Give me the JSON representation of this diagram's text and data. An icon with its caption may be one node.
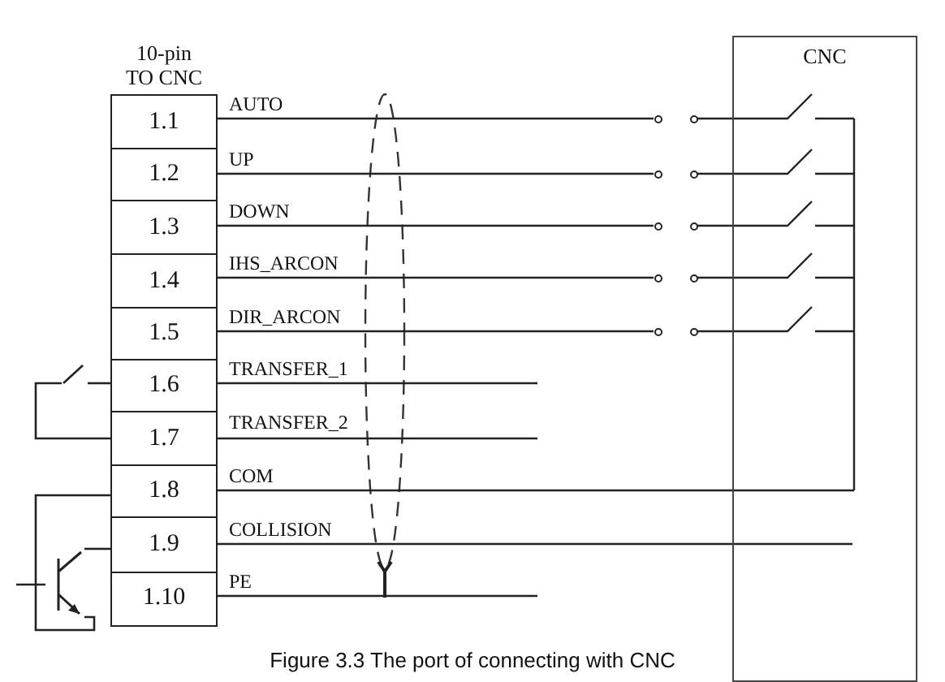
{
  "diagram": {
    "caption": "Figure 3.3 The port of connecting with CNC",
    "nodes": [
      {
        "text": [
          "1.1"
        ]
      },
      {
        "text": [
          "1.2"
        ]
      },
      {
        "text": [
          "1.3"
        ]
      },
      {
        "text": [
          "1.4"
        ]
      },
      {
        "text": [
          "1.5"
        ]
      },
      {
        "text": [
          "1.6"
        ]
      },
      {
        "text": [
          "1.7"
        ]
      },
      {
        "text": [
          "1.8"
        ]
      },
      {
        "text": [
          "1.9"
        ]
      },
      {
        "text": [
          "1.10"
        ]
      },
      {
        "text": [
          "CNC"
        ]
      },
      {
        "text": [],
        "shape": "switch"
      },
      {
        "text": [],
        "shape": "transistor"
      },
      {
        "text": [],
        "shape": "circle"
      },
      {
        "text": [],
        "shape": "circle"
      },
      {
        "text": [],
        "shape": "circle"
      },
      {
        "text": [],
        "shape": "circle"
      },
      {
        "text": [],
        "shape": "circle"
      },
      {
        "text": [],
        "shape": "circle"
      },
      {
        "text": [],
        "shape": "circle"
      },
      {
        "text": [],
        "shape": "circle"
      },
      {
        "text": [],
        "shape": "circle"
      },
      {
        "text": [],
        "shape": "circle"
      }
    ],
    "edges": [
      {
        "from": 0,
        "to": 13,
        "arrow": "none",
        "label": "AUTO"
      },
      {
        "from": 1,
        "to": 15,
        "arrow": "none",
        "label": "UP"
      },
      {
        "from": 2,
        "to": 17,
        "arrow": "none",
        "label": "DOWN"
      },
      {
        "from": 3,
        "to": 19,
        "arrow": "none",
        "label": "IHS_ARCON"
      },
      {
        "from": 4,
        "to": 21,
        "arrow": "none",
        "label": "DIR_ARCON"
      },
      {
        "from": 5,
        "to": null,
        "arrow": "none",
        "label": "TRANSFER_1"
      },
      {
        "from": 6,
        "to": null,
        "arrow": "none",
        "label": "TRANSFER_2"
      },
      {
        "from": 7,
        "to": 10,
        "arrow": "none",
        "label": "COM"
      },
      {
        "from": 8,
        "to": 10,
        "arrow": "none",
        "label": "COLLISION"
      },
      {
        "from": 9,
        "to": null,
        "arrow": "none",
        "label": "PE"
      },
      {
        "from": 5,
        "to": 11,
        "arrow": "none"
      },
      {
        "from": 11,
        "to": 6,
        "arrow": "none"
      },
      {
        "from": 8,
        "to": 12,
        "arrow": "none"
      },
      {
        "from": 12,
        "to": 7,
        "arrow": "none"
      },
      {
        "from": null,
        "to": 12,
        "arrow": "none"
      },
      {
        "from": 14,
        "to": 10,
        "arrow": "none"
      },
      {
        "from": 16,
        "to": 10,
        "arrow": "none"
      },
      {
        "from": 18,
        "to": 10,
        "arrow": "none"
      },
      {
        "from": 20,
        "to": 10,
        "arrow": "none"
      },
      {
        "from": 22,
        "to": 10,
        "arrow": "none"
      }
    ],
    "labels": [
      "10-pin TO CNC"
    ]
  }
}
